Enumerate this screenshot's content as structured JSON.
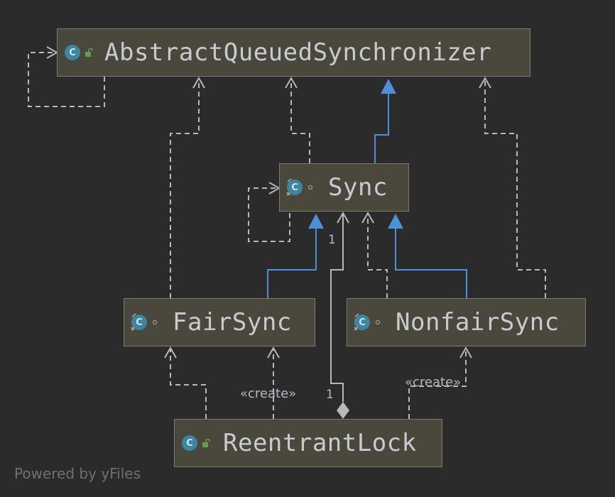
{
  "colors": {
    "background": "#2b2b2b",
    "node_fill": "#4a473d",
    "node_border": "#7c7a73",
    "dependency_line": "#b8b8b8",
    "inheritance_line": "#4f8fd6",
    "class_icon": "#3e86a0",
    "public_lock": "#5fa04c"
  },
  "icons": {
    "class_badge": "C",
    "public_visibility": "open-lock-icon",
    "package_visibility": "circle-dot-icon"
  },
  "nodes": {
    "aqs": {
      "label": "AbstractQueuedSynchronizer"
    },
    "sync": {
      "label": "Sync"
    },
    "fair": {
      "label": "FairSync"
    },
    "nonfair": {
      "label": "NonfairSync"
    },
    "reentrant": {
      "label": "ReentrantLock"
    }
  },
  "labels": {
    "create_fair": "«create»",
    "create_nonfair": "«create»",
    "mult_sync": "1",
    "mult_lock": "1"
  },
  "footer": "Powered by yFiles"
}
